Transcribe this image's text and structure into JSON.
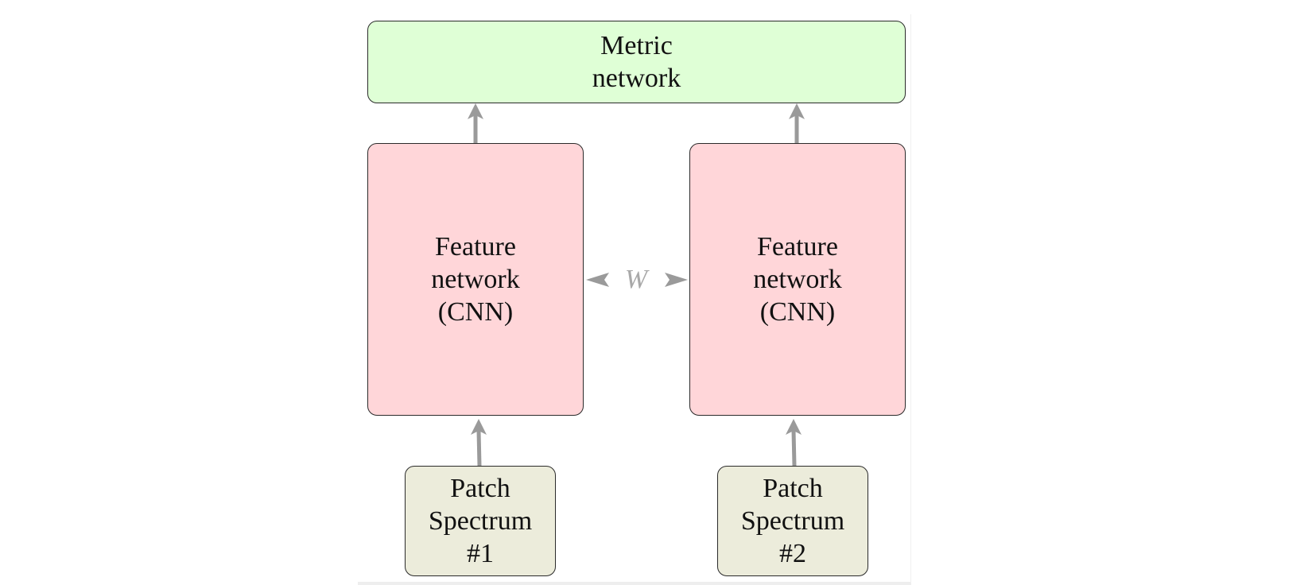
{
  "diagram": {
    "nodes": {
      "metric": "Metric\nnetwork",
      "feature_left": "Feature\nnetwork\n(CNN)",
      "feature_right": "Feature\nnetwork\n(CNN)",
      "patch_left": "Patch\nSpectrum\n#1",
      "patch_right": "Patch\nSpectrum\n#2"
    },
    "shared_weights_label": "W",
    "colors": {
      "metric_fill": "#dfffd6",
      "feature_fill": "#ffd6d9",
      "patch_fill": "#ececdb",
      "arrow": "#9a9a9a",
      "weight_label": "#a9a9a9"
    }
  }
}
